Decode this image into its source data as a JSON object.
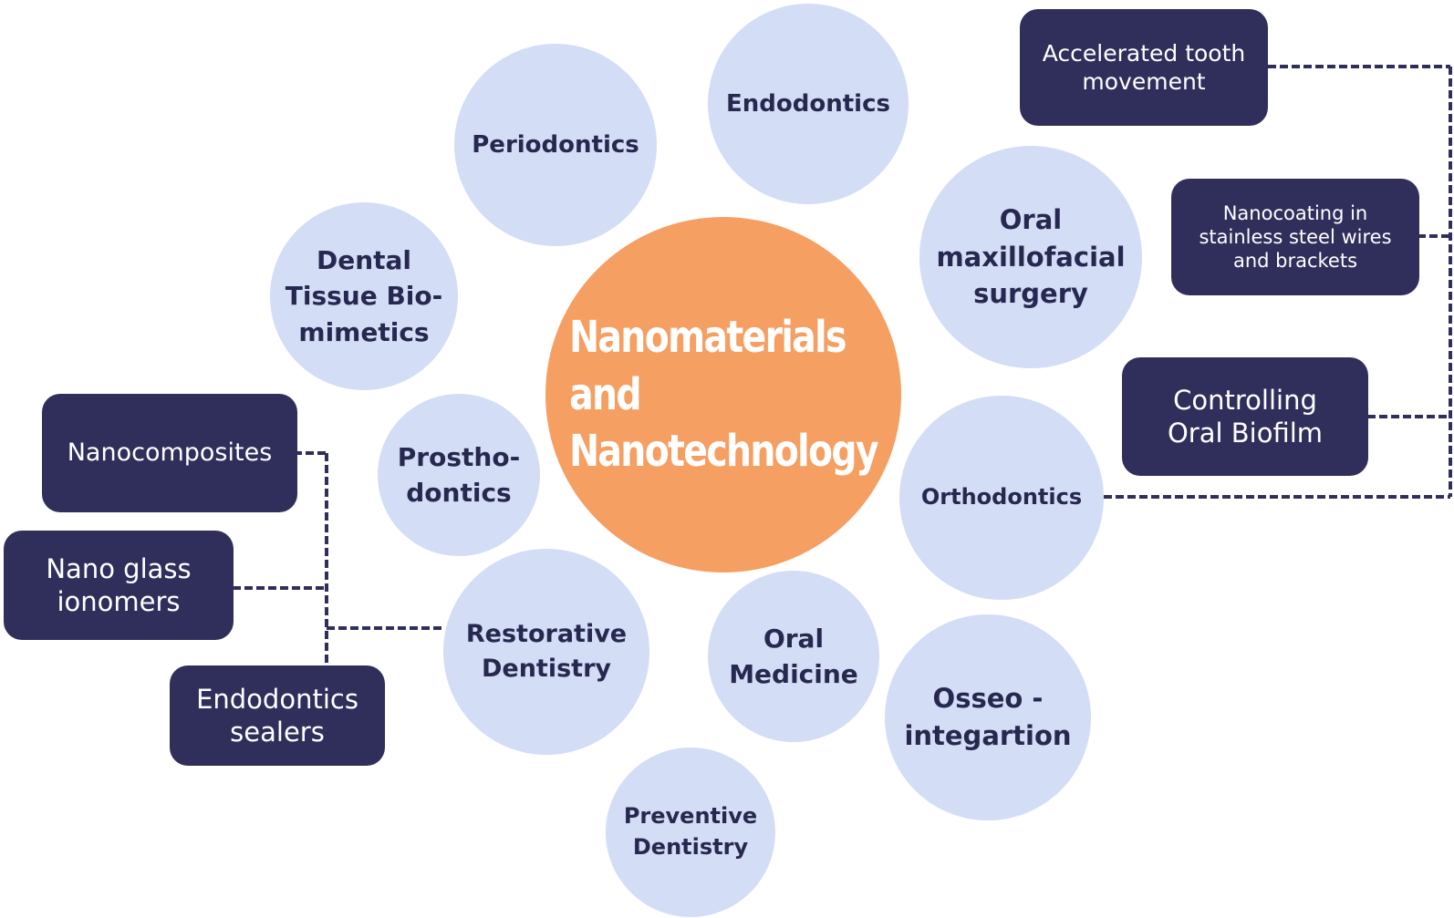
{
  "center": {
    "line1": "Nanomaterials",
    "line2": "and",
    "line3": "Nanotechnology"
  },
  "topics": {
    "periodontics": "Periodontics",
    "endodontics": "Endodontics",
    "oral_maxillofacial_surgery": [
      "Oral",
      "maxillofacial",
      "surgery"
    ],
    "dental_tissue_biomimetics": [
      "Dental",
      "Tissue Bio-",
      "mimetics"
    ],
    "prosthodontics": [
      "Prostho-",
      "dontics"
    ],
    "orthodontics": "Orthodontics",
    "restorative_dentistry": [
      "Restorative",
      "Dentistry"
    ],
    "oral_medicine": [
      "Oral",
      "Medicine"
    ],
    "osseointegration": [
      "Osseo -",
      "integartion"
    ],
    "preventive_dentistry": [
      "Preventive",
      "Dentistry"
    ]
  },
  "restorative_applications": {
    "nanocomposites": "Nanocomposites",
    "nano_glass_ionomers": [
      "Nano glass",
      "ionomers"
    ],
    "endodontics_sealers": [
      "Endodontics",
      "sealers"
    ]
  },
  "orthodontic_applications": {
    "accelerated_tooth_movement": [
      "Accelerated tooth",
      "movement"
    ],
    "nanocoating": [
      "Nanocoating in",
      "stainless steel wires",
      "and brackets"
    ],
    "controlling_oral_biofilm": [
      "Controlling",
      "Oral Biofilm"
    ]
  },
  "colors": {
    "topic_fill": "#d3ddf6",
    "topic_text": "#27284f",
    "center_fill": "#f59f62",
    "box_fill": "#302f5c",
    "connector": "#302f5c"
  }
}
